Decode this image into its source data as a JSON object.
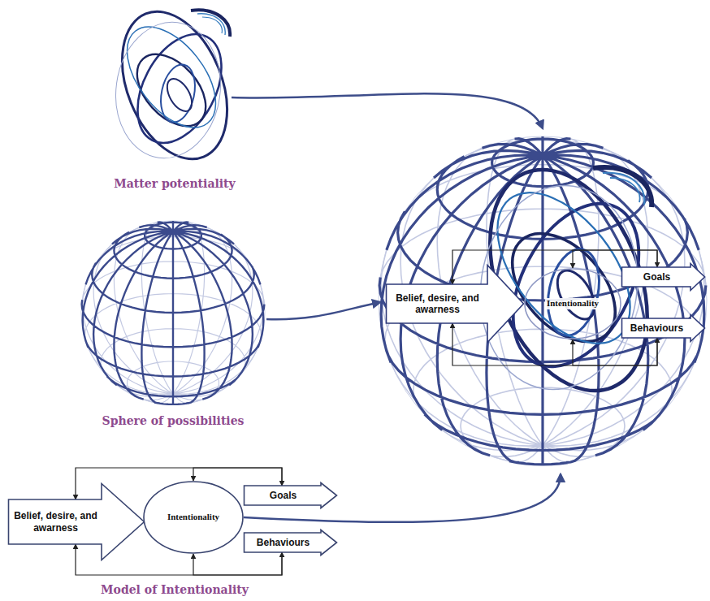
{
  "diagram": {
    "nodes": [
      {
        "text": [
          "Belief, desire, and awarness"
        ]
      },
      {
        "text": [
          "Intentionality"
        ]
      },
      {
        "text": [
          "Goals"
        ]
      },
      {
        "text": [
          "Behaviours"
        ]
      },
      {
        "text": [
          "Belief, desire, and awarness"
        ]
      },
      {
        "text": [
          "Intentionality"
        ]
      },
      {
        "text": [
          "Goals"
        ]
      },
      {
        "text": [
          "Behaviours"
        ]
      }
    ],
    "edges": [
      {
        "from": 2,
        "to": 0,
        "arrow": "both"
      },
      {
        "from": 2,
        "to": 1,
        "arrow": "to"
      },
      {
        "from": 3,
        "to": 0,
        "arrow": "both"
      },
      {
        "from": 3,
        "to": 1,
        "arrow": "to"
      },
      {
        "from": 6,
        "to": 4,
        "arrow": "both"
      },
      {
        "from": 6,
        "to": 5,
        "arrow": "to"
      },
      {
        "from": 7,
        "to": 4,
        "arrow": "both"
      },
      {
        "from": 7,
        "to": 5,
        "arrow": "to"
      }
    ],
    "labels": [
      "Matter potentiality",
      "Sphere of possibilities",
      "Model of Intentionality"
    ]
  }
}
